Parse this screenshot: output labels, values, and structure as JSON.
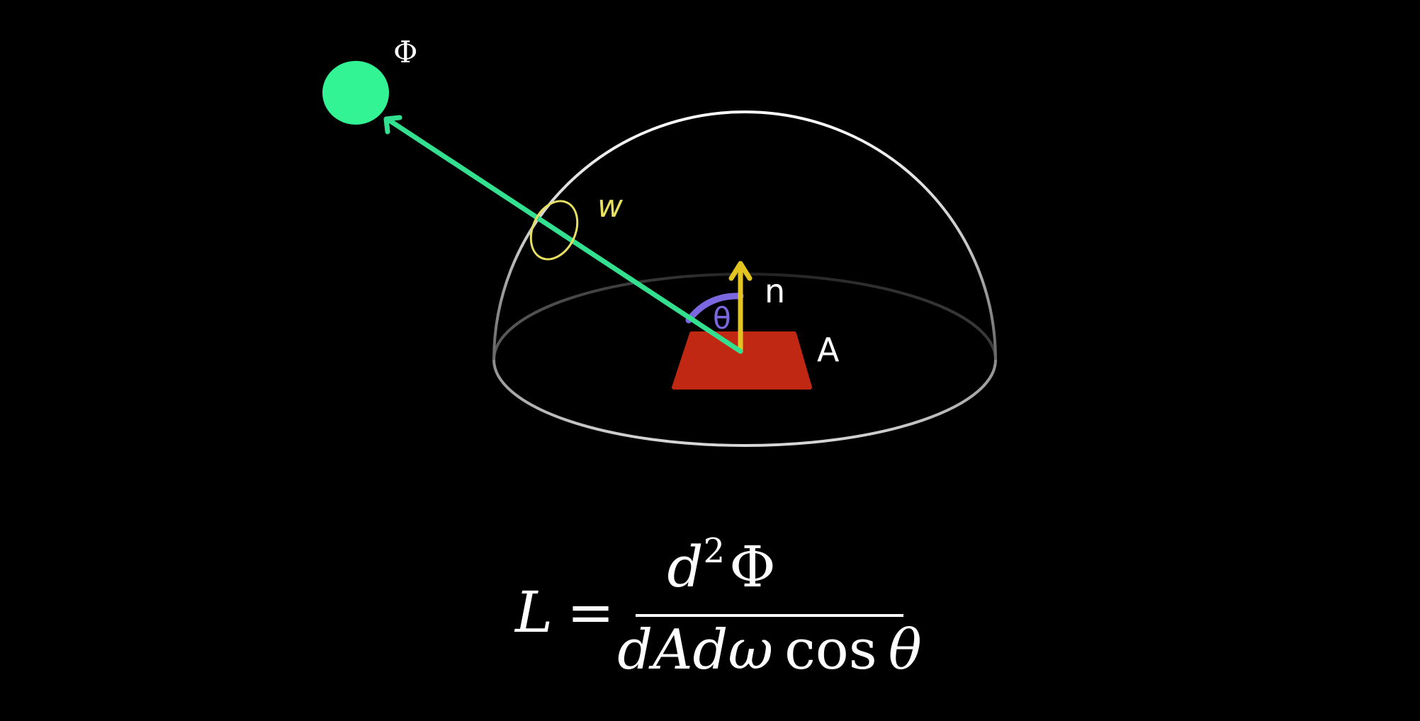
{
  "diagram": {
    "labels": {
      "flux": "Φ",
      "solid_angle": "w",
      "normal": "n",
      "area": "A",
      "angle": "θ"
    },
    "colors": {
      "background": "#000000",
      "source": "#33f495",
      "ray": "#33e08f",
      "normal_arrow": "#e4c420",
      "angle_arc": "#7b68e0",
      "solid_angle_ring": "#e8e060",
      "surface_patch": "#c02814",
      "hemisphere": "#ffffff",
      "label_text": "#ffffff"
    }
  },
  "formula": {
    "lhs": "L",
    "equals": "=",
    "numerator_d": "d",
    "numerator_exp": "2",
    "numerator_phi": "Φ",
    "denominator_dA": "dA",
    "denominator_dw": "dω",
    "denominator_cos": "cos",
    "denominator_theta": "θ"
  }
}
